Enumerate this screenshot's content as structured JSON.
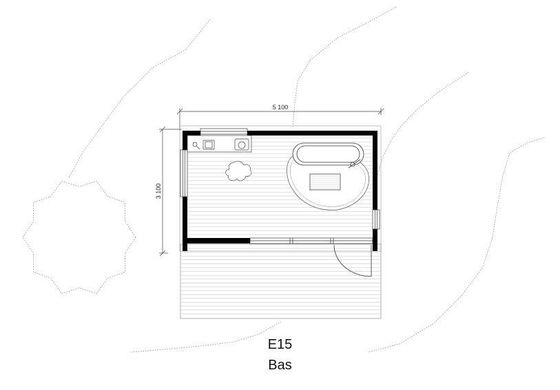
{
  "dimensions": {
    "width_label": "5 100",
    "depth_label": "3 100"
  },
  "caption": {
    "code": "E15",
    "name": "Bas"
  },
  "colors": {
    "wall": "#000000",
    "line": "#555555",
    "contour": "#8a8a8a"
  }
}
